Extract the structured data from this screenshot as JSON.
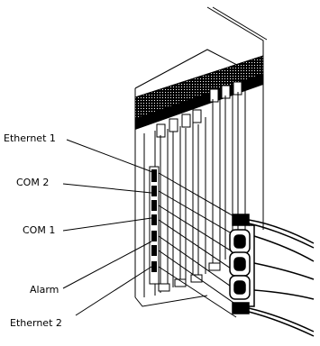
{
  "labels": {
    "ethernet1": "Ethernet 1",
    "com2": "COM 2",
    "com1": "COM 1",
    "alarm": "Alarm",
    "ethernet2": "Ethernet 2"
  }
}
